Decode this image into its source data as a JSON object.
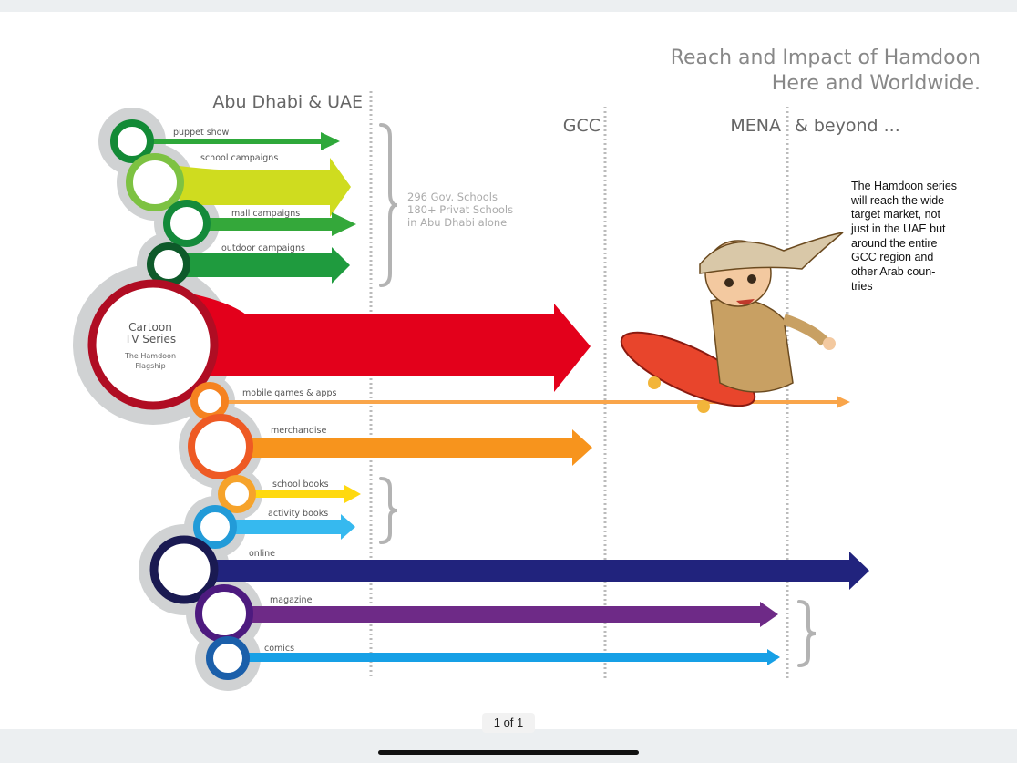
{
  "document": {
    "title_line1": "Reach and Impact of Hamdoon",
    "title_line2": "Here and Worldwide.",
    "columns": [
      "Abu Dhabi & UAE",
      "GCC",
      "MENA",
      "& beyond ..."
    ],
    "schools_note": [
      "296 Gov. Schools",
      "180+ Privat Schools",
      "in Abu Dhabi alone"
    ],
    "center": {
      "line1": "Cartoon",
      "line2": "TV Series",
      "sub1": "The Hamdoon",
      "sub2": "Flagship"
    },
    "channels": [
      {
        "label": "puppet show",
        "color": "#2ea83a",
        "ring": "#138a36",
        "reach": "Abu Dhabi & UAE"
      },
      {
        "label": "school campaigns",
        "color": "#cfdc1f",
        "ring": "#7dc242",
        "reach": "Abu Dhabi & UAE"
      },
      {
        "label": "mall campaigns",
        "color": "#34a83a",
        "ring": "#148a3a",
        "reach": "Abu Dhabi & UAE"
      },
      {
        "label": "outdoor campaigns",
        "color": "#1f9b3e",
        "ring": "#0e5a2a",
        "reach": "Abu Dhabi & UAE"
      },
      {
        "label": "mobile games & apps",
        "color": "#f9a54a",
        "ring": "#f58220",
        "reach": "& beyond ..."
      },
      {
        "label": "merchandise",
        "color": "#f7941d",
        "ring": "#ee5a24",
        "reach": "GCC"
      },
      {
        "label": "school books",
        "color": "#ffd90f",
        "ring": "#f6a32b",
        "reach": "Abu Dhabi & UAE"
      },
      {
        "label": "activity books",
        "color": "#36b9ef",
        "ring": "#229bd8",
        "reach": "Abu Dhabi & UAE"
      },
      {
        "label": "online",
        "color": "#21237d",
        "ring": "#1a1a52",
        "reach": "& beyond ..."
      },
      {
        "label": "magazine",
        "color": "#6e2a87",
        "ring": "#4d1a7f",
        "reach": "MENA"
      },
      {
        "label": "comics",
        "color": "#17a0e6",
        "ring": "#1b5faa",
        "reach": "MENA"
      }
    ],
    "description": [
      "The Hamdoon series",
      "will reach the wide",
      "target market, not",
      "just in the UAE but",
      "around the entire",
      "GCC region and",
      "other Arab coun-",
      "tries"
    ]
  },
  "viewer": {
    "page_indicator": "1 of 1"
  }
}
